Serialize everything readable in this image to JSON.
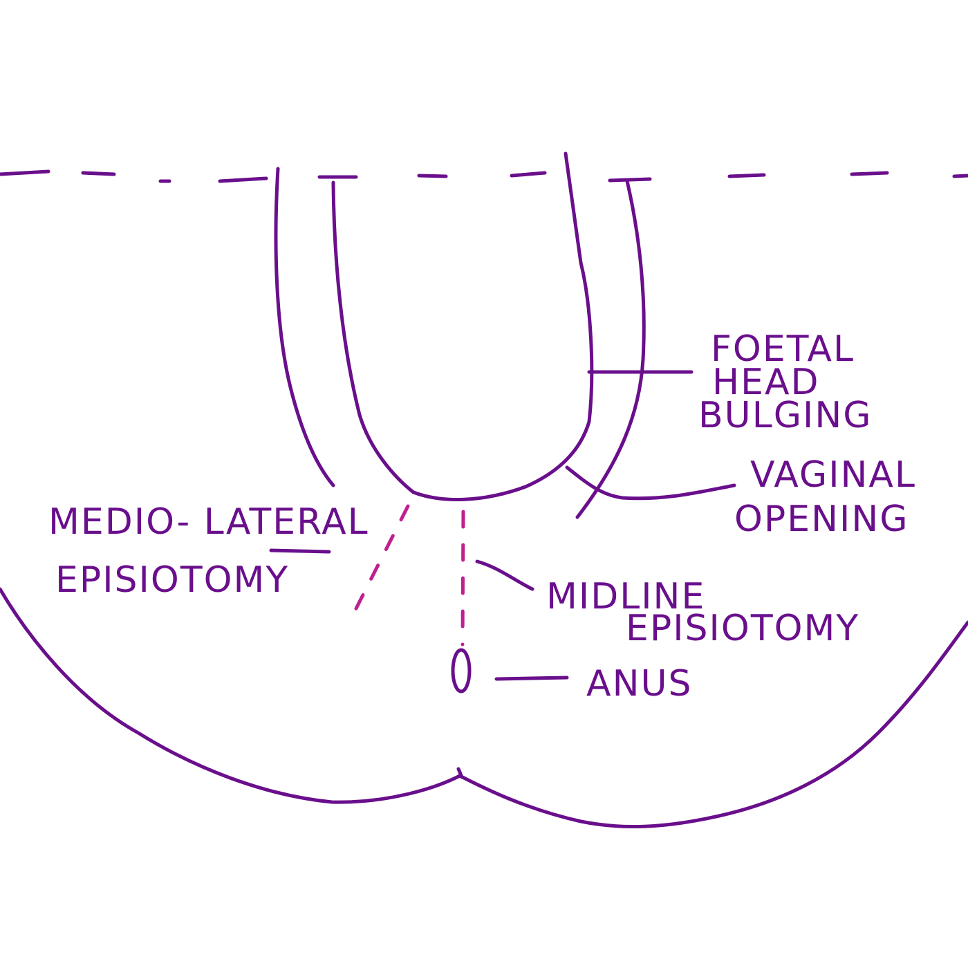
{
  "labels": {
    "foetal_head": [
      "FOETAL",
      "HEAD",
      "BULGING"
    ],
    "vaginal_opening": [
      "VAGINAL",
      "OPENING"
    ],
    "mediolateral": [
      "MEDIO- LATERAL",
      "EPISIOTOMY"
    ],
    "midline": [
      "MIDLINE",
      "EPISIOTOMY"
    ],
    "anus": "ANUS"
  },
  "colors": {
    "ink": "#6a0f8c",
    "incision": "#c0208f",
    "background": "#ffffff"
  }
}
